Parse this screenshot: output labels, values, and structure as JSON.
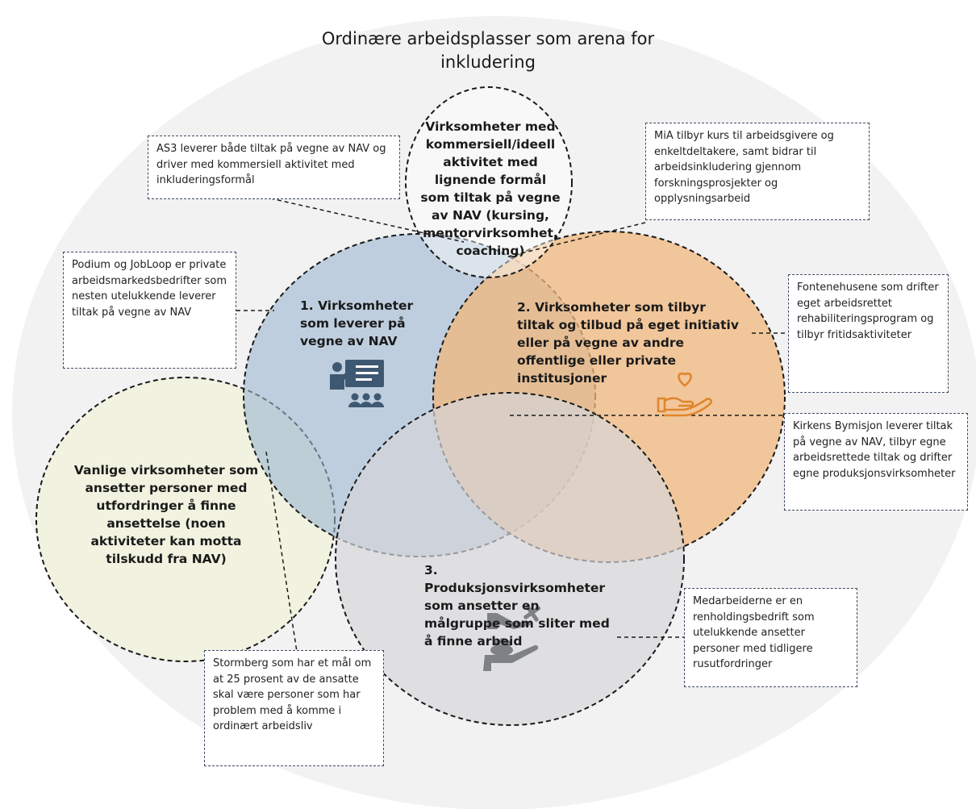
{
  "title": "Ordinære arbeidsplasser som arena for inkludering",
  "circles": {
    "top": "Virksomheter med kommersiell/ideell aktivitet med lignende formål som tiltak på vegne av NAV (kursing, mentorvirksomhet, coaching)",
    "blue": "1. Virksomheter som leverer på vegne av NAV",
    "orange": "2. Virksomheter som tilbyr tiltak og tilbud på eget initiativ eller på vegne av andre offentlige eller private institusjoner",
    "grey": "3. Produksjonsvirksomheter som ansetter en målgruppe som sliter med å finne arbeid",
    "green": "Vanlige virksomheter som ansetter personer med utfordringer å finne ansettelse (noen aktiviteter kan motta tilskudd fra NAV)"
  },
  "notes": {
    "as3": "AS3 leverer både tiltak på vegne av NAV og driver med kommersiell aktivitet med inkluderingsformål",
    "mia": "MiA tilbyr kurs til arbeidsgivere og enkeltdeltakere, samt bidrar til arbeidsinkludering gjennom forskningsprosjekter og opplysningsarbeid",
    "podium": "Podium og JobLoop er private arbeidsmarkedsbedrifter som nesten utelukkende leverer tiltak på vegne av NAV",
    "fontene": "Fontenehusene som drifter eget arbeidsrettet rehabiliteringsprogram og tilbyr fritidsaktiviteter",
    "kirkens": "Kirkens Bymisjon leverer tiltak på vegne av NAV, tilbyr egne arbeidsrettede tiltak og drifter egne produksjonsvirksomheter",
    "medarbeiderne": "Medarbeiderne er en renholdingsbedrift som utelukkende ansetter personer med tidligere rusutfordringer",
    "stormberg": "Stormberg som har et mål om at 25 prosent av de ansatte skal være personer som har problem med å komme i ordinært arbeidsliv"
  },
  "icons": {
    "blue": "teacher-presentation-icon",
    "orange": "heart-in-hand-icon",
    "grey": "hands-with-tools-icon"
  },
  "colors": {
    "outer": "#f2f2f2",
    "top": "#ffffff",
    "blue": "#9bb6d1",
    "orange": "#f0b77c",
    "grey": "#d5d6da",
    "green": "#f1f2e0",
    "icon_blue": "#3f5872",
    "icon_orange": "#e0862c",
    "icon_grey": "#7e8186"
  }
}
